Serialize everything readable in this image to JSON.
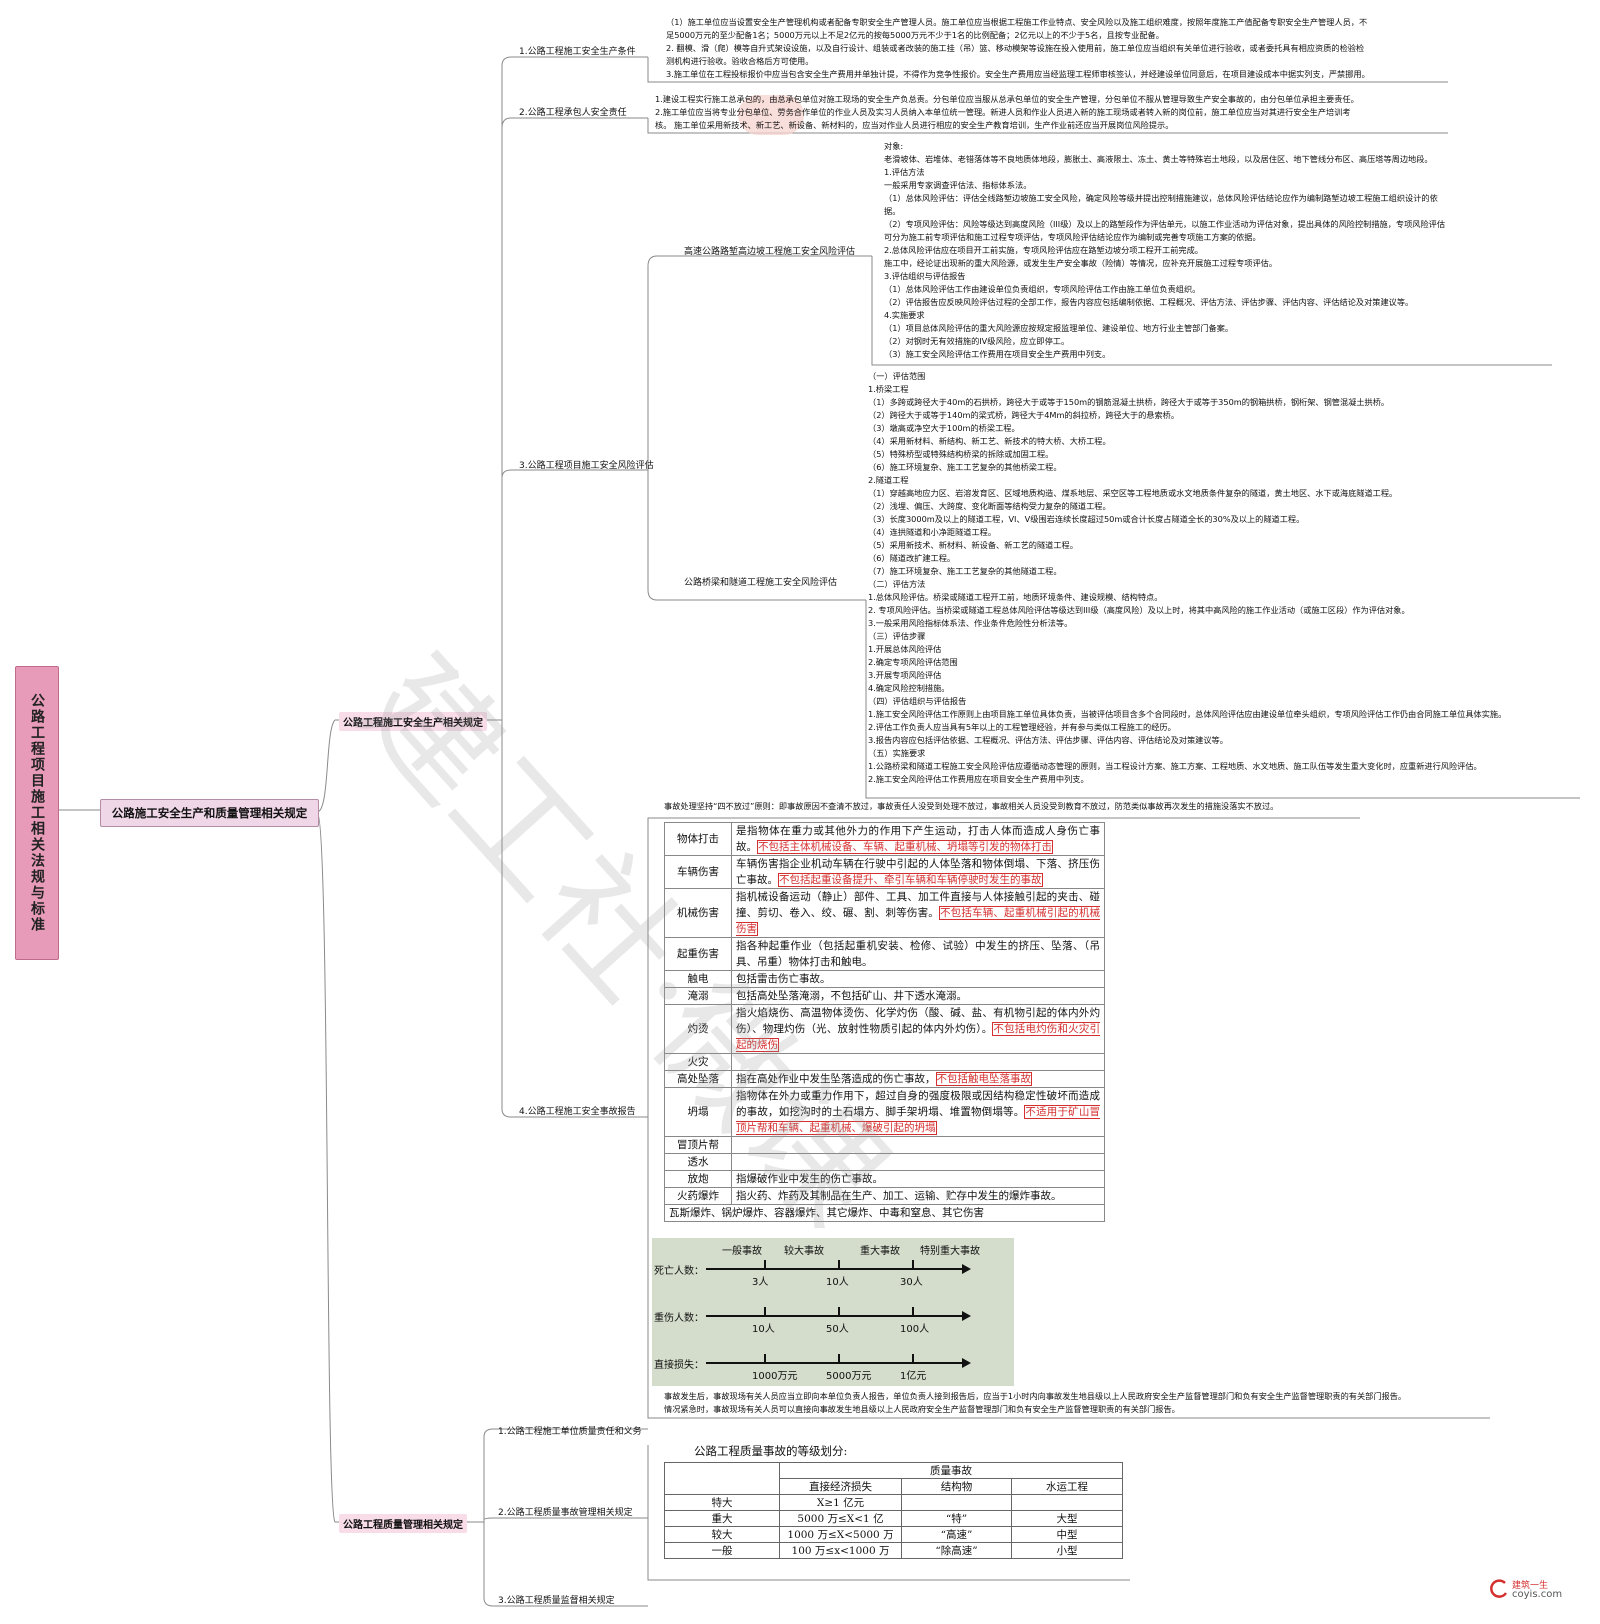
{
  "root": {
    "title": "公路工程项目施工相关法规与标准"
  },
  "level1": {
    "title": "公路施工安全生产和质量管理相关规定"
  },
  "safety": {
    "title": "公路工程施工安全生产相关规定",
    "s1": {
      "title": "1.公路工程施工安全生产条件",
      "text": "（1）施工单位应当设置安全生产管理机构或者配备专职安全生产管理人员。施工单位应当根据工程施工作业特点、安全风险以及施工组织难度，按照年度施工产值配备专职安全生产管理人员，不\n足5000万元的至少配备1名；5000万元以上不足2亿元的按每5000万元不少于1名的比例配备；2亿元以上的不少于5名，且按专业配备。\n2. 翻模、滑（爬）模等自升式架设设施，以及自行设计、组装或者改装的施工挂（吊）篮、移动模架等设施在投入使用前，施工单位应当组织有关单位进行验收，或者委托具有相应资质的检验检\n测机构进行验收。验收合格后方可使用。\n3.施工单位在工程投标报价中应当包含安全生产费用并单独计提，不得作为竞争性报价。安全生产费用应当经监理工程师审核签认，并经建设单位同意后，在项目建设成本中据实列支，严禁挪用。"
    },
    "s2": {
      "title": "2.公路工程承包人安全责任",
      "text": "1.建设工程实行施工总承包的，由总承包单位对施工现场的安全生产负总责。分包单位应当服从总承包单位的安全生产管理，分包单位不服从管理导致生产安全事故的，由分包单位承担主要责任。\n2.施工单位应当将专业分包单位、劳务合作单位的作业人员及实习人员纳入本单位统一管理。新进人员和作业人员进入新的施工现场或者转入新的岗位前，施工单位应当对其进行安全生产培训考\n核。 施工单位采用新技术、新工艺、新设备、新材料的，应当对作业人员进行相应的安全生产教育培训，生产作业前还应当开展岗位风险提示。"
    },
    "s3": {
      "title": "3.公路工程项目施工安全风险评估",
      "a": {
        "title": "高速公路路堑高边坡工程施工安全风险评估",
        "text": "对象:\n老滑坡体、岩堆体、老错落体等不良地质体地段，膨胀土、高液限土、冻土、黄土等特殊岩土地段，以及居住区、地下管线分布区、高压塔等周边地段。\n1.评估方法\n一般采用专家调查评估法、指标体系法。\n（1）总体风险评估：评估全线路堑边坡施工安全风险，确定风险等级并提出控制措施建议，总体风险评估结论应作为编制路堑边坡工程施工组织设计的依\n据。\n（2）专项风险评估：风险等级达到高度风险（III级）及以上的路堑段作为评估单元，以施工作业活动为评估对象，提出具体的风险控制措施，专项风险评估\n可分为施工前专项评估和施工过程专项评估，专项风险评估结论应作为编制或完善专项施工方案的依据。\n2.总体风险评估应在项目开工前实施，专项风险评估应在路堑边坡分项工程开工前完成。\n施工中，经论证出现新的重大风险源，或发生生产安全事故（险情）等情况，应补充开展施工过程专项评估。\n3.评估组织与评估报告\n（1）总体风险评估工作由建设单位负责组织，专项风险评估工作由施工单位负责组织。\n（2）评估报告应反映风险评估过程的全部工作，报告内容应包括编制依据、工程概况、评估方法、评估步骤、评估内容、评估结论及对策建议等。\n4.实施要求\n（1）项目总体风险评估的重大风险源应按规定报监理单位、建设单位、地方行业主管部门备案。\n（2）对钢时无有效措施的IV级风险，应立即停工。\n（3）施工安全风险评估工作费用在项目安全生产费用中列支。"
      },
      "b": {
        "title": "公路桥梁和隧道工程施工安全风险评估",
        "text": "（一）评估范围\n1.桥梁工程\n（1）多跨或跨径大于40m的石拱桥，跨径大于或等于150m的钢筋混凝土拱桥，跨径大于或等于350m的钢箱拱桥，钢桁架、钢管混凝土拱桥。\n（2）跨径大于或等于140m的梁式桥，跨径大于4Mm的斜拉桥，跨径大于的悬索桥。\n（3）墩高或净空大于100m的桥梁工程。\n（4）采用新材料、新结构、新工艺、新技术的特大桥、大桥工程。\n（5）特殊桥型或特殊结构桥梁的拆除或加固工程。\n（6）施工环境复杂、施工工艺复杂的其他桥梁工程。\n2.隧道工程\n（1）穿越高地应力区、岩溶发育区、区域地质构造、煤系地层、采空区等工程地质或水文地质条件复杂的隧道，黄土地区、水下或海底隧道工程。\n（2）浅埋、偏压、大跨度、变化断面等结构受力复杂的隧道工程。\n（3）长度3000m及以上的隧道工程，VI、V级围岩连续长度超过50m或合计长度占隧道全长的30%及以上的隧道工程。\n（4）连拱隧道和小净距隧道工程。\n（5）采用新技术、新材料、新设备、新工艺的隧道工程。\n（6）隧道改扩建工程。\n（7）施工环境复杂、施工工艺复杂的其他隧道工程。\n（二）评估方法\n1.总体风险评估。桥梁或隧道工程开工前，地质环境条件、建设规模、结构特点。\n2. 专项风险评估。当桥梁或隧道工程总体风险评估等级达到III级（高度风险）及以上时，将其中高风险的施工作业活动（或施工区段）作为评估对象。\n3.一般采用风险指标体系法、作业条件危险性分析法等。\n（三）评估步骤\n1.开展总体风险评估\n2.确定专项风险评估范围\n3.开展专项风险评估\n4.确定风险控制措施。\n（四）评估组织与评估报告\n1.施工安全风险评估工作原则上由项目施工单位具体负责，当被评估项目含多个合同段时，总体风险评估应由建设单位牵头组织，专项风险评估工作仍由合同施工单位具体实施。\n2.评估工作负责人应当具有5年以上的工程管理经验，并有参与类似工程施工的经历。\n3.报告内容应包括评估依据、工程概况、评估方法、评估步骤、评估内容、评估结论及对策建议等。\n（五）实施要求\n1.公路桥梁和隧道工程施工安全风险评估应遵循动态管理的原则，当工程设计方案、施工方案、工程地质、水文地质、施工队伍等发生重大变化时，应重新进行风险评估。\n2.施工安全风险评估工作费用应在项目安全生产费用中列支。"
      }
    },
    "s4": {
      "title": "4.公路工程施工安全事故报告",
      "principle": "事故处理坚持“四不放过”原则：即事故原因不查清不放过，事故责任人没受到处理不放过，事故相关人员没受到教育不放过，防范类似事故再次发生的措施没落实不放过。",
      "table": [
        {
          "name": "物体打击",
          "desc": "是指物体在重力或其他外力的作用下产生运动，打击人体而造成人身伤亡事故。",
          "excl": "不包括主体机械设备、车辆、起重机械、坍塌等引发的物体打击"
        },
        {
          "name": "车辆伤害",
          "desc": "车辆伤害指企业机动车辆在行驶中引起的人体坠落和物体倒塌、下落、挤压伤亡事故。",
          "excl": "不包括起重设备提升、牵引车辆和车辆停驶时发生的事故"
        },
        {
          "name": "机械伤害",
          "desc": "指机械设备运动（静止）部件、工具、加工件直接与人体接触引起的夹击、碰撞、剪切、卷入、绞、碾、割、刺等伤害。",
          "excl": "不包括车辆、起重机械引起的机械伤害"
        },
        {
          "name": "起重伤害",
          "desc": "指各种起重作业（包括起重机安装、检修、试验）中发生的挤压、坠落、（吊具、吊重）物体打击和触电。",
          "excl": ""
        },
        {
          "name": "触电",
          "desc": "包括雷击伤亡事故。",
          "excl": ""
        },
        {
          "name": "淹溺",
          "desc": "包括高处坠落淹溺，不包括矿山、井下透水淹溺。",
          "excl": ""
        },
        {
          "name": "灼烫",
          "desc": "指火焰烧伤、高温物体烫伤、化学灼伤（酸、碱、盐、有机物引起的体内外灼伤）、物理灼伤（光、放射性物质引起的体内外灼伤）。",
          "excl": "不包括电灼伤和火灾引起的烧伤"
        },
        {
          "name": "火灾",
          "desc": "",
          "excl": ""
        },
        {
          "name": "高处坠落",
          "desc": "指在高处作业中发生坠落造成的伤亡事故，",
          "excl": "不包括触电坠落事故"
        },
        {
          "name": "坍塌",
          "desc": "指物体在外力或重力作用下，超过自身的强度极限或因结构稳定性破坏而造成的事故，如挖沟时的土石塌方、脚手架坍塌、堆置物倒塌等。",
          "excl": "不适用于矿山冒顶片帮和车辆、起重机械、爆破引起的坍塌"
        },
        {
          "name": "冒顶片帮",
          "desc": "",
          "excl": ""
        },
        {
          "name": "透水",
          "desc": "",
          "excl": ""
        },
        {
          "name": "放炮",
          "desc": "指爆破作业中发生的伤亡事故。",
          "excl": ""
        },
        {
          "name": "火药爆炸",
          "desc": "指火药、炸药及其制品在生产、加工、运输、贮存中发生的爆炸事故。",
          "excl": ""
        }
      ],
      "table_tail": "瓦斯爆炸、锅炉爆炸、容器爆炸、其它爆炸、中毒和窒息、其它伤害",
      "severity": {
        "levels": [
          "一般事故",
          "较大事故",
          "重大事故",
          "特别重大事故"
        ],
        "rows": [
          {
            "label": "死亡人数：",
            "ticks": [
              "3人",
              "10人",
              "30人"
            ]
          },
          {
            "label": "重伤人数：",
            "ticks": [
              "10人",
              "50人",
              "100人"
            ]
          },
          {
            "label": "直接损失：",
            "ticks": [
              "1000万元",
              "5000万元",
              "1亿元"
            ]
          }
        ]
      },
      "report": "事故发生后，事故现场有关人员应当立即向本单位负责人报告，单位负责人接到报告后，应当于1小时内向事故发生地县级以上人民政府安全生产监督管理部门和负有安全生产监督管理职责的有关部门报告。\n情况紧急时，事故现场有关人员可以直接向事故发生地县级以上人民政府安全生产监督管理部门和负有安全生产监督管理职责的有关部门报告。"
    }
  },
  "quality": {
    "title": "公路工程质量管理相关规定",
    "q1": {
      "title": "1.公路工程施工单位质量责任和义务"
    },
    "q2": {
      "title": "2.公路工程质量事故管理相关规定",
      "caption": "公路工程质量事故的等级划分:",
      "table": {
        "group": "质量事故",
        "cols": [
          "直接经济损失",
          "结构物",
          "水运工程"
        ],
        "rows": [
          [
            "特大",
            "X≥1 亿元",
            "",
            ""
          ],
          [
            "重大",
            "5000 万≤X<1 亿",
            "“特”",
            "大型"
          ],
          [
            "较大",
            "1000 万≤X<5000 万",
            "“高速”",
            "中型"
          ],
          [
            "一般",
            "100 万≤x<1000 万",
            "“除高速”",
            "小型"
          ]
        ]
      }
    },
    "q3": {
      "title": "3.公路工程质量监督相关规定"
    }
  },
  "watermark": "建工社·微课",
  "brand": {
    "name": "建筑一生",
    "site": "coyis.com"
  },
  "colors": {
    "root": "#e79bb8",
    "level1": "#f0d7e8",
    "level2": "#f8dde8",
    "highlight": "#d53030",
    "severity_bg": "#d4dccb"
  }
}
